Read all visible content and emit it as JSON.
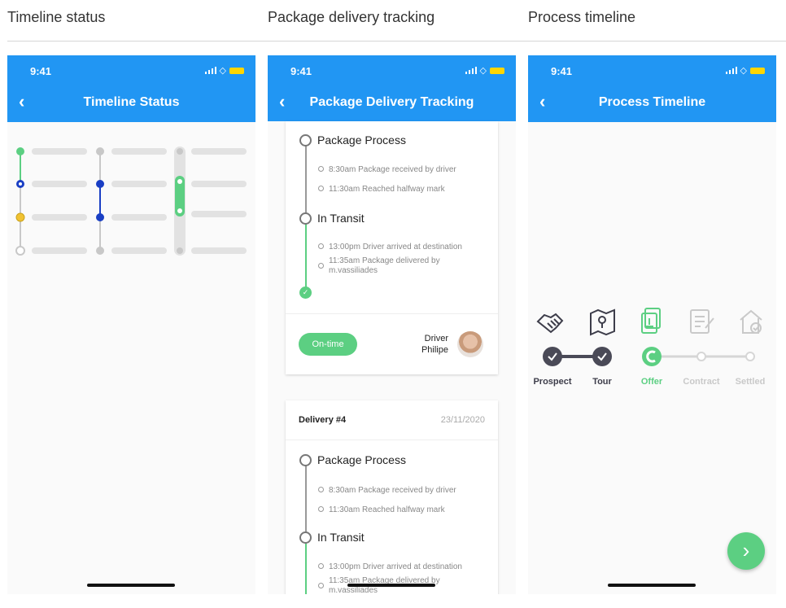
{
  "columns": [
    {
      "title": "Timeline status"
    },
    {
      "title": "Package delivery tracking"
    },
    {
      "title": "Process timeline"
    }
  ],
  "phones": [
    {
      "time": "9:41",
      "title": "Timeline Status"
    },
    {
      "time": "9:41",
      "title": "Package Delivery Tracking"
    },
    {
      "time": "9:41",
      "title": "Process Timeline"
    }
  ],
  "delivery": {
    "card1": {
      "sections": [
        {
          "title": "Package Process",
          "events": [
            "8:30am Package received by driver",
            "11:30am Reached halfway mark"
          ]
        },
        {
          "title": "In Transit",
          "events": [
            "13:00pm Driver arrived at destination",
            "11:35am Package delivered by m.vassiliades"
          ]
        }
      ],
      "status_label": "On-time",
      "driver_label": "Driver",
      "driver_name": "Philipe"
    },
    "card2": {
      "header": "Delivery #4",
      "date": "23/11/2020",
      "sections": [
        {
          "title": "Package Process",
          "events": [
            "8:30am Package received by driver",
            "11:30am Reached halfway mark"
          ]
        },
        {
          "title": "In Transit",
          "events": [
            "13:00pm Driver arrived at destination",
            "11:35am Package delivered by m.vassiliades"
          ]
        }
      ]
    }
  },
  "process": {
    "steps": [
      {
        "label": "Prospect",
        "icon": "handshake-icon",
        "state": "done"
      },
      {
        "label": "Tour",
        "icon": "map-icon",
        "state": "done"
      },
      {
        "label": "Offer",
        "icon": "money-icon",
        "state": "active"
      },
      {
        "label": "Contract",
        "icon": "document-icon",
        "state": "todo"
      },
      {
        "label": "Settled",
        "icon": "house-icon",
        "state": "todo"
      }
    ],
    "next_icon": "chevron-right-icon"
  },
  "colors": {
    "appbar": "#2196f3",
    "green": "#5ccf82",
    "dark": "#4a4a57",
    "blue": "#1a3fc4",
    "yellow": "#f1c232",
    "grey": "#c8c8c8"
  }
}
